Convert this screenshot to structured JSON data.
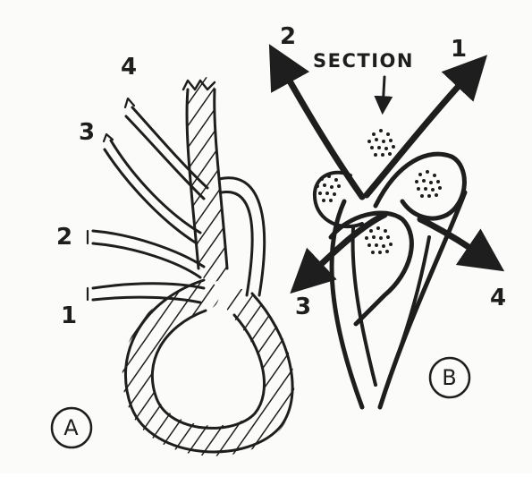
{
  "figure_a": {
    "label": "A",
    "strand_labels": [
      "4",
      "3",
      "2",
      "1"
    ]
  },
  "figure_b": {
    "label": "B",
    "section_label": "SECTION",
    "arrow_labels": [
      "2",
      "1",
      "3",
      "4"
    ]
  },
  "colors": {
    "ink": "#1e1e1e",
    "paper": "#fbfbf9"
  }
}
